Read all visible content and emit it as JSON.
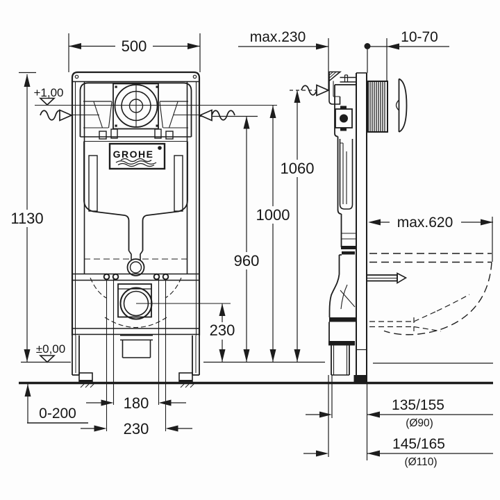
{
  "drawing": {
    "brand": "GROHE",
    "front_view": {
      "width": "500",
      "height": "1130",
      "upper_level": "+1,00",
      "floor_level": "±0,00",
      "supply_height": "960",
      "level_height": "1000",
      "top_height": "1060",
      "outlet_center_height": "230",
      "leg_adjust_range": "0-200",
      "fixing_centers_inner": "180",
      "fixing_centers_outer": "230"
    },
    "side_view": {
      "max_depth": "max.230",
      "plate_distance": "10-70",
      "bowl_projection": "max.620",
      "outlet_offset_90": "135/155",
      "outlet_dia_90": "(Ø90)",
      "outlet_offset_110": "145/165",
      "outlet_dia_110": "(Ø110)"
    }
  }
}
